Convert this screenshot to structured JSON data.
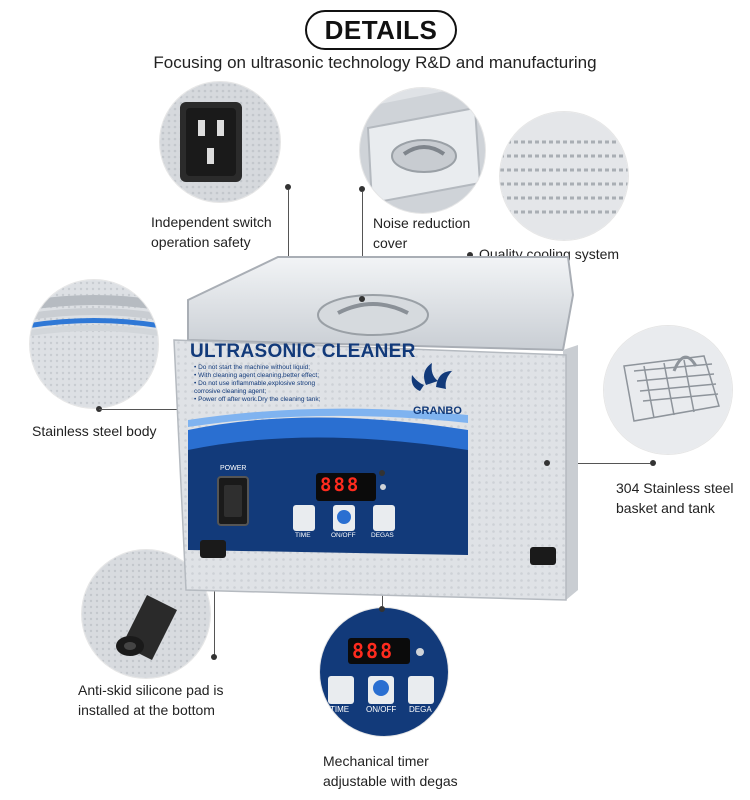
{
  "header": {
    "title": "DETAILS",
    "subtitle": "Focusing on ultrasonic technology R&D and manufacturing"
  },
  "callouts": {
    "switch": [
      "Independent switch",
      "operation safety"
    ],
    "noise": [
      "Noise reduction",
      "cover"
    ],
    "cooling": "Quality cooling system",
    "body": "Stainless steel body",
    "basket": [
      "304 Stainless steel",
      "basket and tank"
    ],
    "pad": [
      "Anti-skid silicone pad is",
      "installed at the bottom"
    ],
    "timer": [
      "Mechanical timer",
      "adjustable with degas"
    ]
  },
  "product": {
    "panel_title": "ULTRASONIC CLEANER",
    "warnings": [
      "• Do not start the machine without liquid;",
      "• With cleaning agent cleaning,better effect;",
      "• Do not use inflammable,explosive strong",
      "  corrosive cleaning agent;",
      "• Power off after work.Dry the cleaning tank;"
    ],
    "brand": "GRANBO",
    "power_label": "POWER",
    "display_value": "888",
    "buttons": {
      "time": "TIME",
      "onoff": "ON/OFF",
      "degas": "DEGAS"
    }
  },
  "zoom_panel": {
    "display_value": "888",
    "time": "TIME",
    "onoff": "ON/OFF",
    "degas": "DEGA"
  },
  "colors": {
    "navy": "#123a7a",
    "blue_wave": "#2a6fd1",
    "steel": "#d9dde2",
    "accent_red": "#e8332a"
  }
}
